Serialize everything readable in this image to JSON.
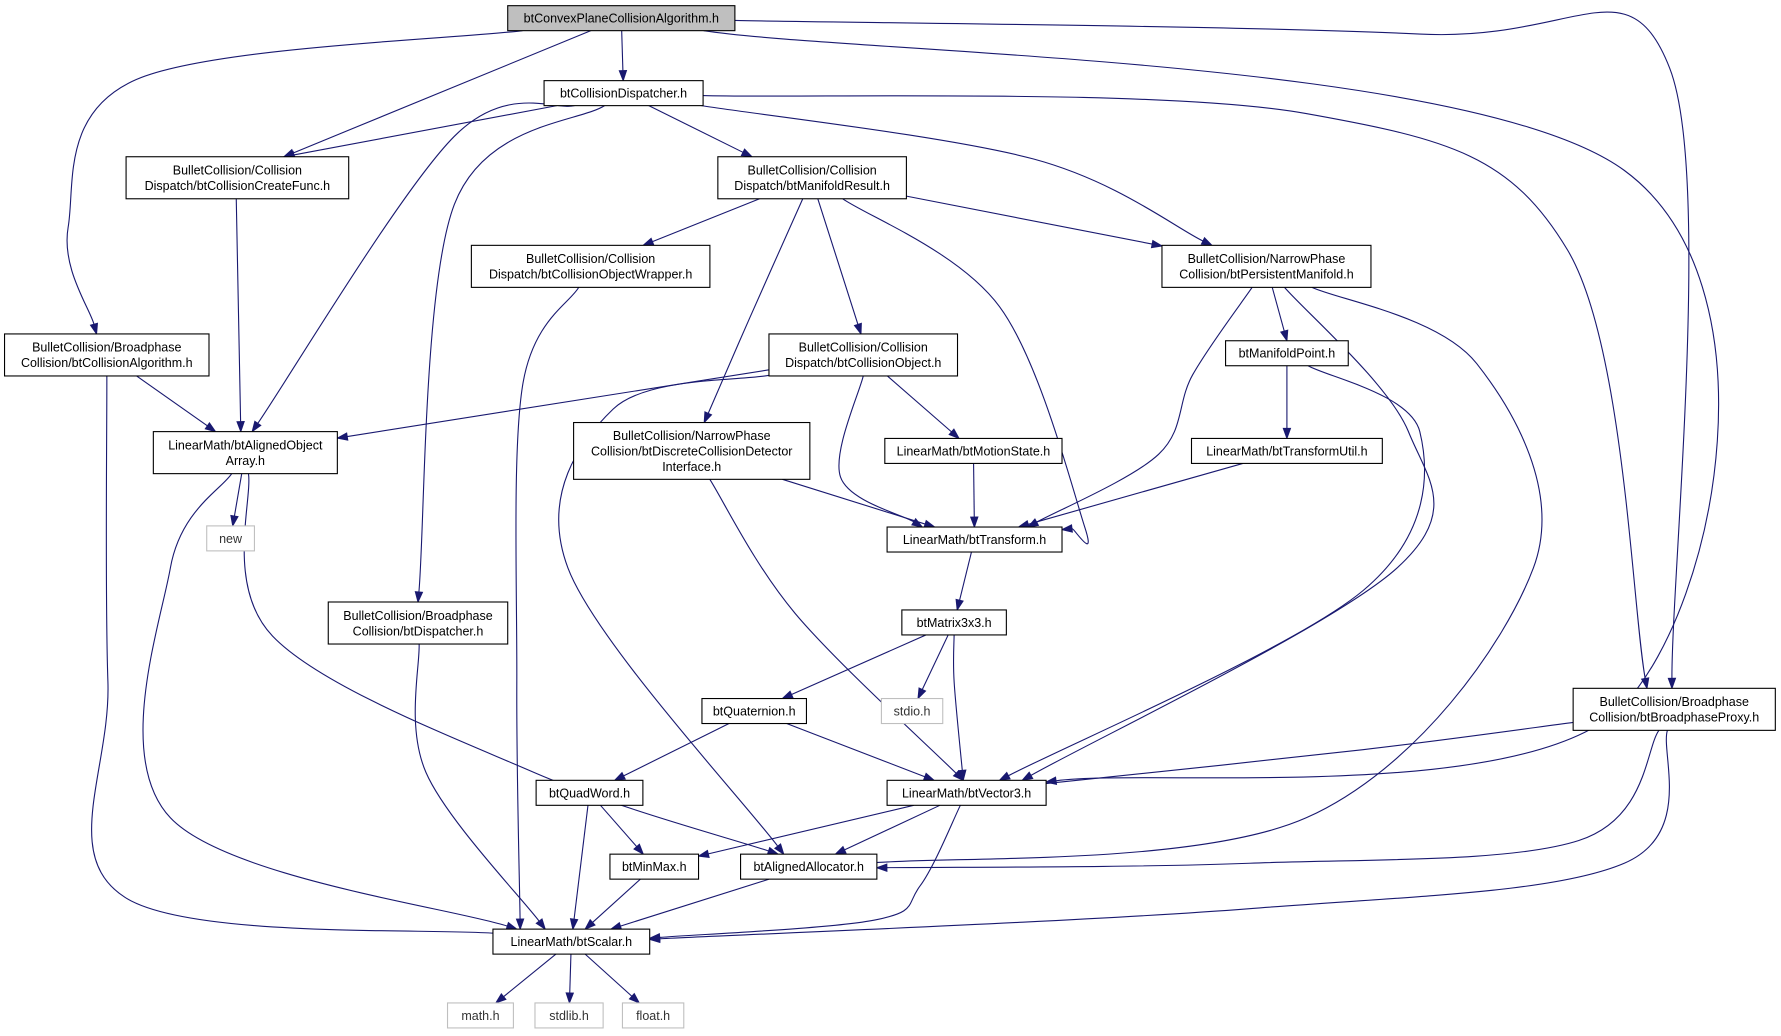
{
  "colors": {
    "edge": "#191970",
    "root_fill": "#bfbfbf",
    "node_fill": "#ffffff",
    "node_border": "#000000",
    "external_border": "#bfbfbf"
  },
  "nodes": {
    "root": [
      "btConvexPlaneCollisionAlgorithm.h"
    ],
    "dispatcher": [
      "btCollisionDispatcher.h"
    ],
    "createFunc": [
      "BulletCollision/Collision",
      "Dispatch/btCollisionCreateFunc.h"
    ],
    "manifoldResult": [
      "BulletCollision/Collision",
      "Dispatch/btManifoldResult.h"
    ],
    "persistentManifold": [
      "BulletCollision/NarrowPhase",
      "Collision/btPersistentManifold.h"
    ],
    "objectWrapper": [
      "BulletCollision/Collision",
      "Dispatch/btCollisionObjectWrapper.h"
    ],
    "collisionAlgorithm": [
      "BulletCollision/Broadphase",
      "Collision/btCollisionAlgorithm.h"
    ],
    "collisionObject": [
      "BulletCollision/Collision",
      "Dispatch/btCollisionObject.h"
    ],
    "manifoldPoint": [
      "btManifoldPoint.h"
    ],
    "alignedObjectArray": [
      "LinearMath/btAlignedObject",
      "Array.h"
    ],
    "discreteDetector": [
      "BulletCollision/NarrowPhase",
      "Collision/btDiscreteCollisionDetector",
      "Interface.h"
    ],
    "motionState": [
      "LinearMath/btMotionState.h"
    ],
    "transformUtil": [
      "LinearMath/btTransformUtil.h"
    ],
    "new": [
      "new"
    ],
    "transform": [
      "LinearMath/btTransform.h"
    ],
    "btDispatcher": [
      "BulletCollision/Broadphase",
      "Collision/btDispatcher.h"
    ],
    "matrix3x3": [
      "btMatrix3x3.h"
    ],
    "stdio": [
      "stdio.h"
    ],
    "broadphaseProxy": [
      "BulletCollision/Broadphase",
      "Collision/btBroadphaseProxy.h"
    ],
    "quaternion": [
      "btQuaternion.h"
    ],
    "quadWord": [
      "btQuadWord.h"
    ],
    "vector3": [
      "LinearMath/btVector3.h"
    ],
    "minMax": [
      "btMinMax.h"
    ],
    "alignedAllocator": [
      "btAlignedAllocator.h"
    ],
    "scalar": [
      "LinearMath/btScalar.h"
    ],
    "math": [
      "math.h"
    ],
    "stdlib": [
      "stdlib.h"
    ],
    "float": [
      "float.h"
    ]
  },
  "edges": [
    [
      "root",
      "dispatcher"
    ],
    [
      "root",
      "createFunc"
    ],
    [
      "root",
      "collisionAlgorithm"
    ],
    [
      "root",
      "vector3"
    ],
    [
      "root",
      "broadphaseProxy"
    ],
    [
      "dispatcher",
      "createFunc"
    ],
    [
      "dispatcher",
      "alignedObjectArray"
    ],
    [
      "dispatcher",
      "btDispatcher"
    ],
    [
      "dispatcher",
      "manifoldResult"
    ],
    [
      "dispatcher",
      "persistentManifold"
    ],
    [
      "dispatcher",
      "broadphaseProxy"
    ],
    [
      "createFunc",
      "alignedObjectArray"
    ],
    [
      "manifoldResult",
      "objectWrapper"
    ],
    [
      "manifoldResult",
      "discreteDetector"
    ],
    [
      "manifoldResult",
      "collisionObject"
    ],
    [
      "manifoldResult",
      "transform"
    ],
    [
      "manifoldResult",
      "persistentManifold"
    ],
    [
      "persistentManifold",
      "transform"
    ],
    [
      "persistentManifold",
      "manifoldPoint"
    ],
    [
      "persistentManifold",
      "vector3"
    ],
    [
      "persistentManifold",
      "alignedAllocator"
    ],
    [
      "objectWrapper",
      "scalar"
    ],
    [
      "collisionAlgorithm",
      "alignedObjectArray"
    ],
    [
      "collisionAlgorithm",
      "scalar"
    ],
    [
      "collisionObject",
      "alignedObjectArray"
    ],
    [
      "collisionObject",
      "alignedAllocator"
    ],
    [
      "collisionObject",
      "motionState"
    ],
    [
      "collisionObject",
      "transform"
    ],
    [
      "manifoldPoint",
      "transformUtil"
    ],
    [
      "manifoldPoint",
      "vector3"
    ],
    [
      "alignedObjectArray",
      "new"
    ],
    [
      "alignedObjectArray",
      "scalar"
    ],
    [
      "alignedObjectArray",
      "alignedAllocator"
    ],
    [
      "discreteDetector",
      "transform"
    ],
    [
      "discreteDetector",
      "vector3"
    ],
    [
      "motionState",
      "transform"
    ],
    [
      "transformUtil",
      "transform"
    ],
    [
      "transform",
      "matrix3x3"
    ],
    [
      "btDispatcher",
      "scalar"
    ],
    [
      "matrix3x3",
      "quaternion"
    ],
    [
      "matrix3x3",
      "stdio"
    ],
    [
      "matrix3x3",
      "vector3"
    ],
    [
      "broadphaseProxy",
      "vector3"
    ],
    [
      "broadphaseProxy",
      "alignedAllocator"
    ],
    [
      "broadphaseProxy",
      "scalar"
    ],
    [
      "quaternion",
      "quadWord"
    ],
    [
      "quaternion",
      "vector3"
    ],
    [
      "quadWord",
      "minMax"
    ],
    [
      "quadWord",
      "scalar"
    ],
    [
      "vector3",
      "minMax"
    ],
    [
      "vector3",
      "alignedAllocator"
    ],
    [
      "vector3",
      "scalar"
    ],
    [
      "minMax",
      "scalar"
    ],
    [
      "alignedAllocator",
      "scalar"
    ],
    [
      "scalar",
      "math"
    ],
    [
      "scalar",
      "stdlib"
    ],
    [
      "scalar",
      "float"
    ]
  ]
}
